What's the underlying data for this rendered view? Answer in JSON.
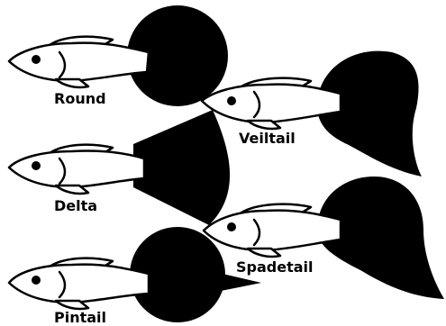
{
  "diagram": {
    "fish": [
      {
        "name": "Round"
      },
      {
        "name": "Veiltail"
      },
      {
        "name": "Delta"
      },
      {
        "name": "Spadetail"
      },
      {
        "name": "Pintail"
      }
    ]
  },
  "colors": {
    "ink": "#000000",
    "paper": "#ffffff"
  }
}
